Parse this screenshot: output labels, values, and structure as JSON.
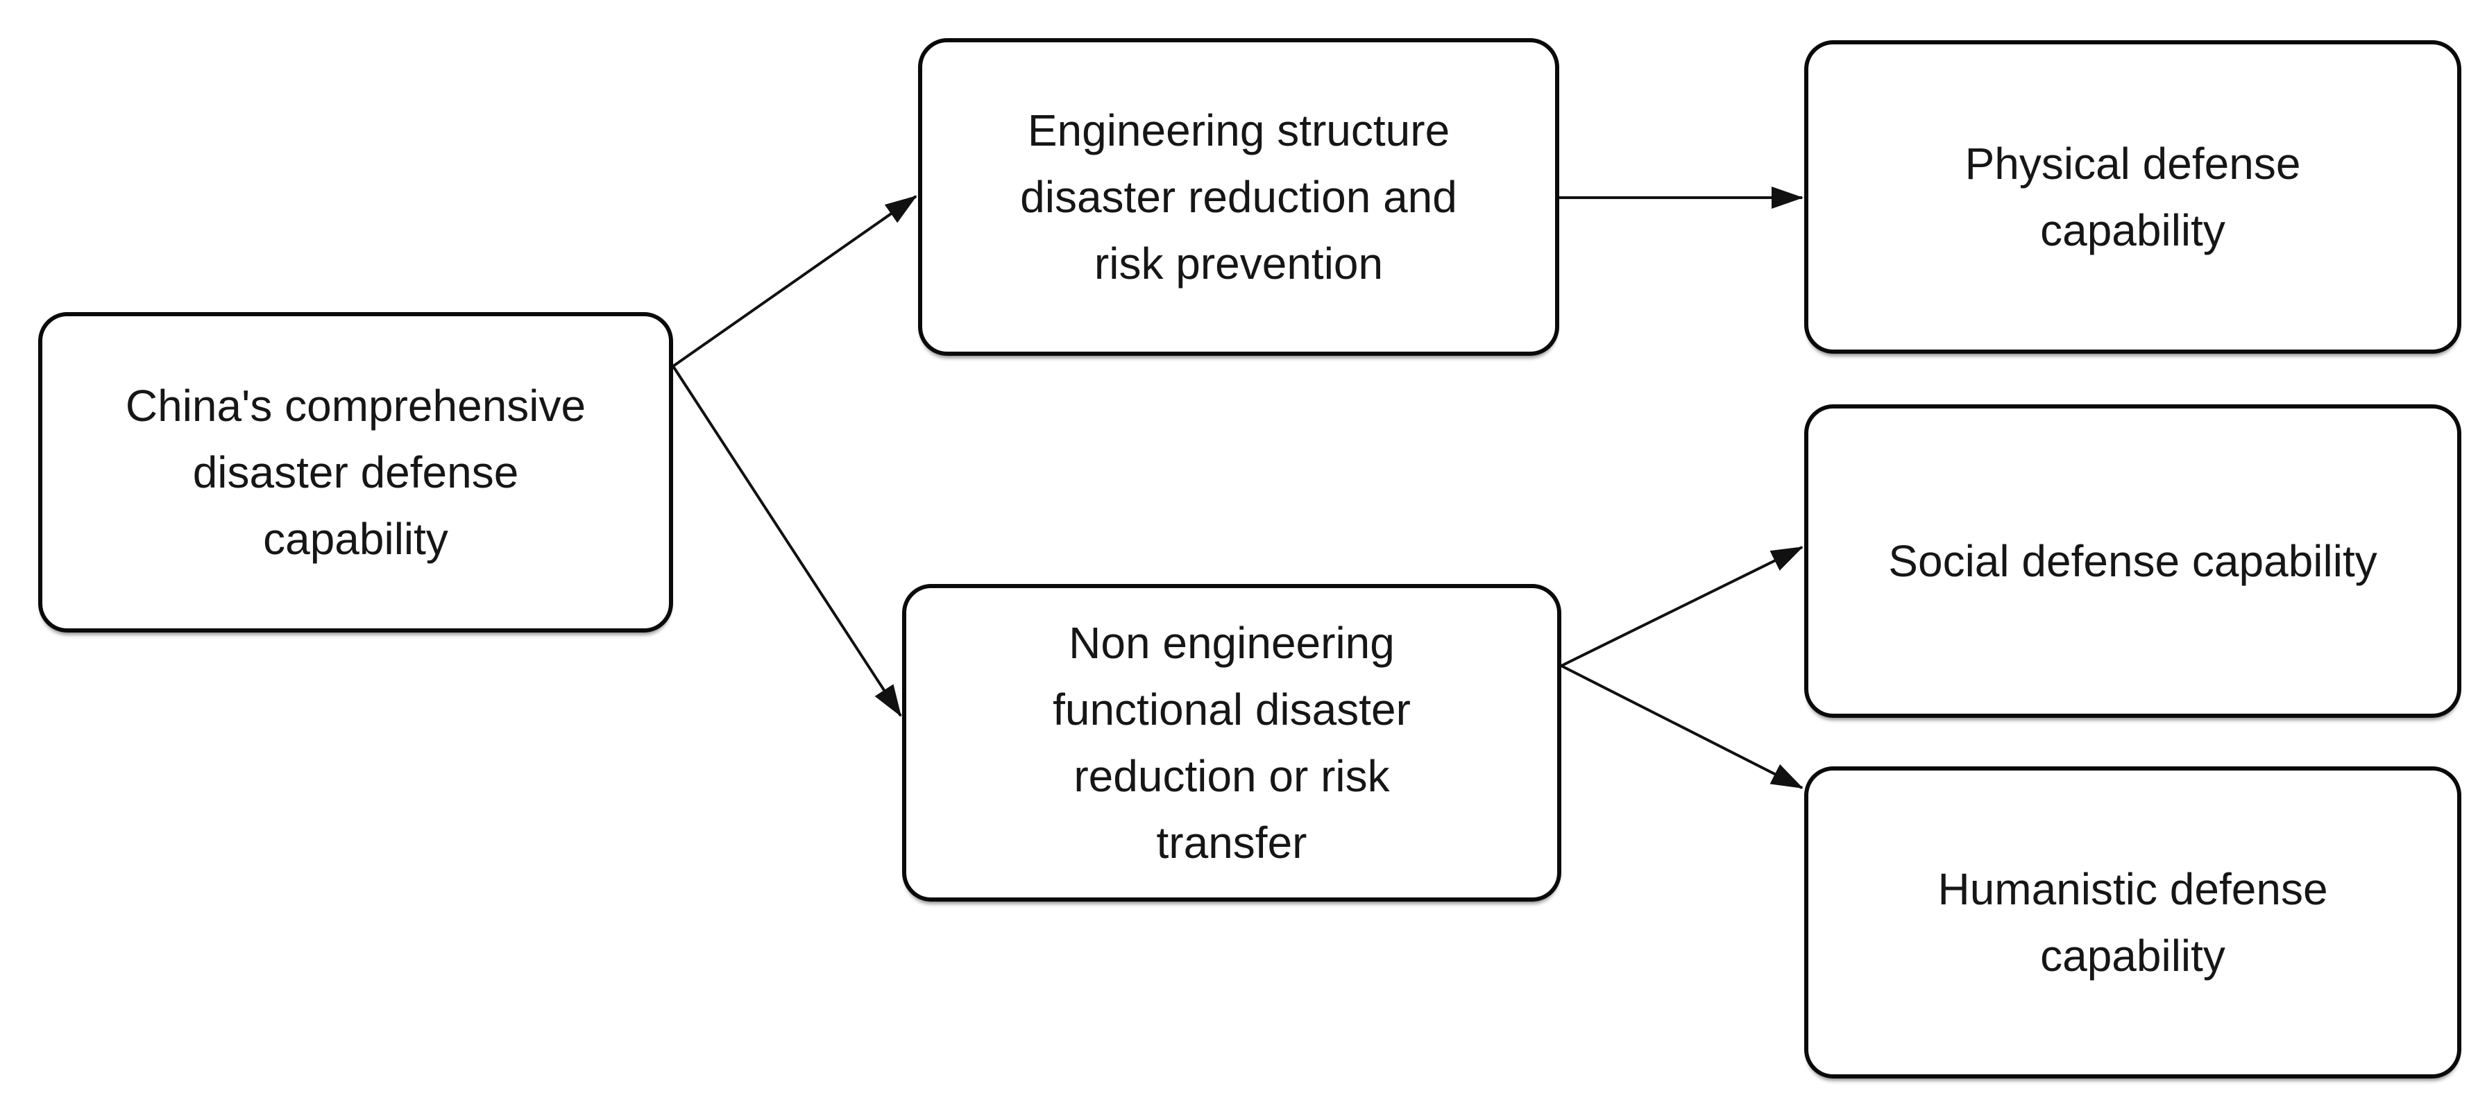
{
  "diagram": {
    "background_color": "#ffffff",
    "stroke_color": "#111111",
    "text_color": "#161616",
    "nodes": [
      {
        "id": "root",
        "label": "China's comprehensive\ndisaster defense\ncapability"
      },
      {
        "id": "engineering",
        "label": "Engineering structure\ndisaster reduction and\nrisk prevention"
      },
      {
        "id": "non_engineering",
        "label": "Non engineering\nfunctional disaster\nreduction or risk\ntransfer"
      },
      {
        "id": "physical",
        "label": "Physical defense\ncapability"
      },
      {
        "id": "social",
        "label": "Social defense capability"
      },
      {
        "id": "humanistic",
        "label": "Humanistic defense\ncapability"
      }
    ],
    "edges": [
      {
        "from": "root",
        "to": "engineering"
      },
      {
        "from": "root",
        "to": "non_engineering"
      },
      {
        "from": "engineering",
        "to": "physical"
      },
      {
        "from": "non_engineering",
        "to": "social"
      },
      {
        "from": "non_engineering",
        "to": "humanistic"
      }
    ]
  }
}
